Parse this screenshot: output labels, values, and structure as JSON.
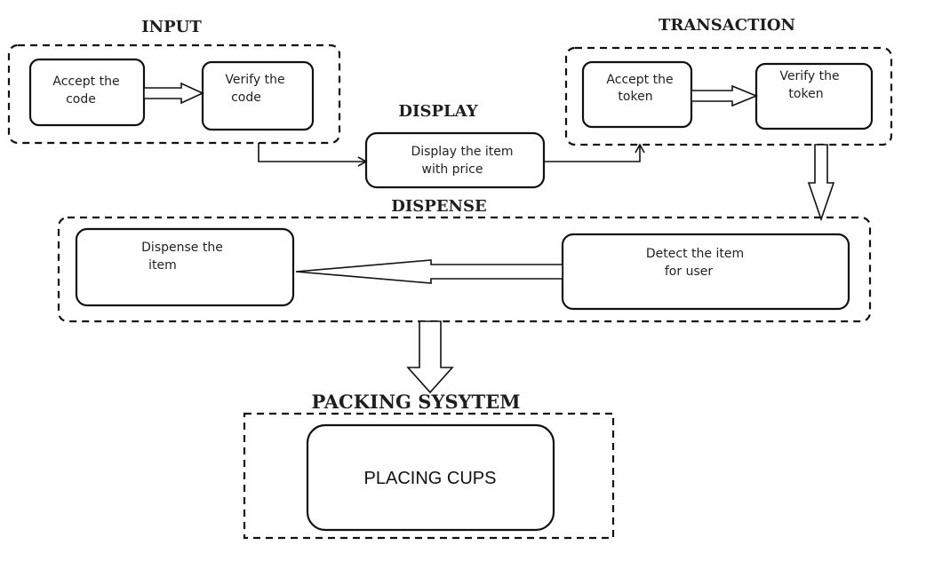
{
  "groups": {
    "input": {
      "title": "INPUT"
    },
    "transaction": {
      "title": "TRANSACTION"
    },
    "display": {
      "title": "DISPLAY"
    },
    "dispense": {
      "title": "DISPENSE"
    },
    "packing": {
      "title": "PACKING SYSYTEM"
    }
  },
  "nodes": {
    "accept_code": [
      "Accept the",
      "code"
    ],
    "verify_code": [
      "Verify the",
      "code"
    ],
    "display_item": [
      "Display the item",
      "with price"
    ],
    "accept_token": [
      "Accept the",
      "token"
    ],
    "verify_token": [
      "Verify the",
      "token"
    ],
    "detect_item": [
      "Detect the item",
      "for user"
    ],
    "dispense_item": [
      "Dispense the",
      "item"
    ],
    "placing_cups": "PLACING CUPS"
  }
}
